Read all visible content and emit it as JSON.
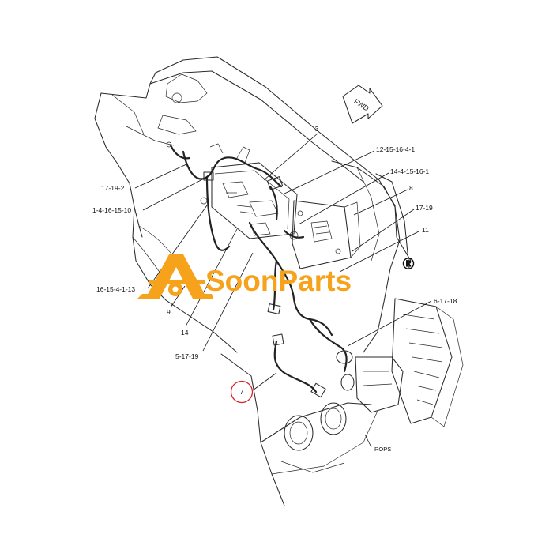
{
  "diagram": {
    "callouts": [
      {
        "id": "c-3",
        "label": "3"
      },
      {
        "id": "c-12-15-16-4-1",
        "label": "12-15-16-4-1"
      },
      {
        "id": "c-14-4-15-16-1",
        "label": "14-4-15-16-1"
      },
      {
        "id": "c-8",
        "label": "8"
      },
      {
        "id": "c-17-19",
        "label": "17-19"
      },
      {
        "id": "c-11",
        "label": "11"
      },
      {
        "id": "c-17-19-2",
        "label": "17-19-2"
      },
      {
        "id": "c-1-4-16-15-10",
        "label": "1-4-16-15-10"
      },
      {
        "id": "c-16-15-4-1-13",
        "label": "16-15-4-1-13"
      },
      {
        "id": "c-9",
        "label": "9"
      },
      {
        "id": "c-14",
        "label": "14"
      },
      {
        "id": "c-5-17-19",
        "label": "5-17-19"
      },
      {
        "id": "c-6-17-18",
        "label": "6-17-18"
      },
      {
        "id": "c-7",
        "label": "7",
        "highlighted": true
      },
      {
        "id": "c-rops",
        "label": "ROPS"
      }
    ],
    "direction_arrow": {
      "label": "FWD"
    },
    "highlight_color": "#D9232D"
  },
  "watermark": {
    "brand": "SoonParts",
    "registered": "®",
    "brand_color": "#F6A21A",
    "icon": "gear-logo-icon"
  }
}
